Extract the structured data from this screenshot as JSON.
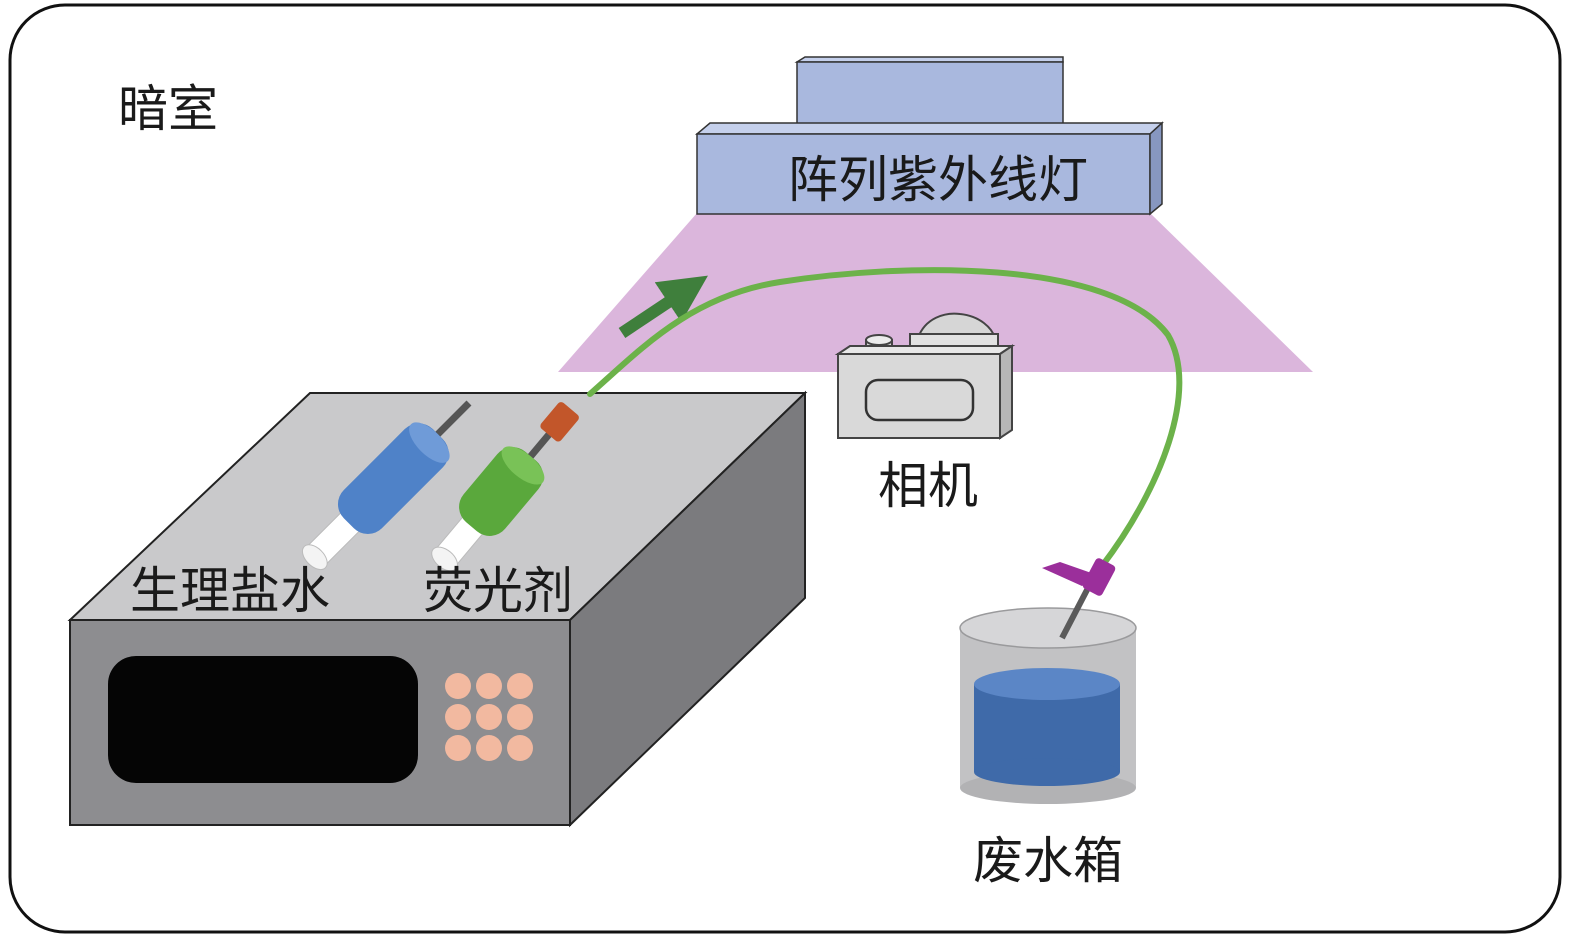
{
  "labels": {
    "darkroom": "暗室",
    "uv_lamp": "阵列紫外线灯",
    "camera": "相机",
    "saline": "生理盐水",
    "fluorescent": "荧光剂",
    "waste_tank": "废水箱"
  },
  "colors": {
    "lamp": "#a9b8de",
    "uv_light": "#dbb6dc",
    "tube": "#6cb24a",
    "flow_arrow": "#3f7f3c",
    "saline_syringe": "#4f82c8",
    "fluorescent_syringe": "#5aa83c",
    "pump_top": "#c9c9cb",
    "pump_front": "#8d8d90",
    "pump_side": "#7b7b7e",
    "buttons": "#f2b9a0",
    "water": "#3f6aa9",
    "tank": "#c2c2c4",
    "clip": "#9b2f9b",
    "connector": "#c2562a"
  }
}
